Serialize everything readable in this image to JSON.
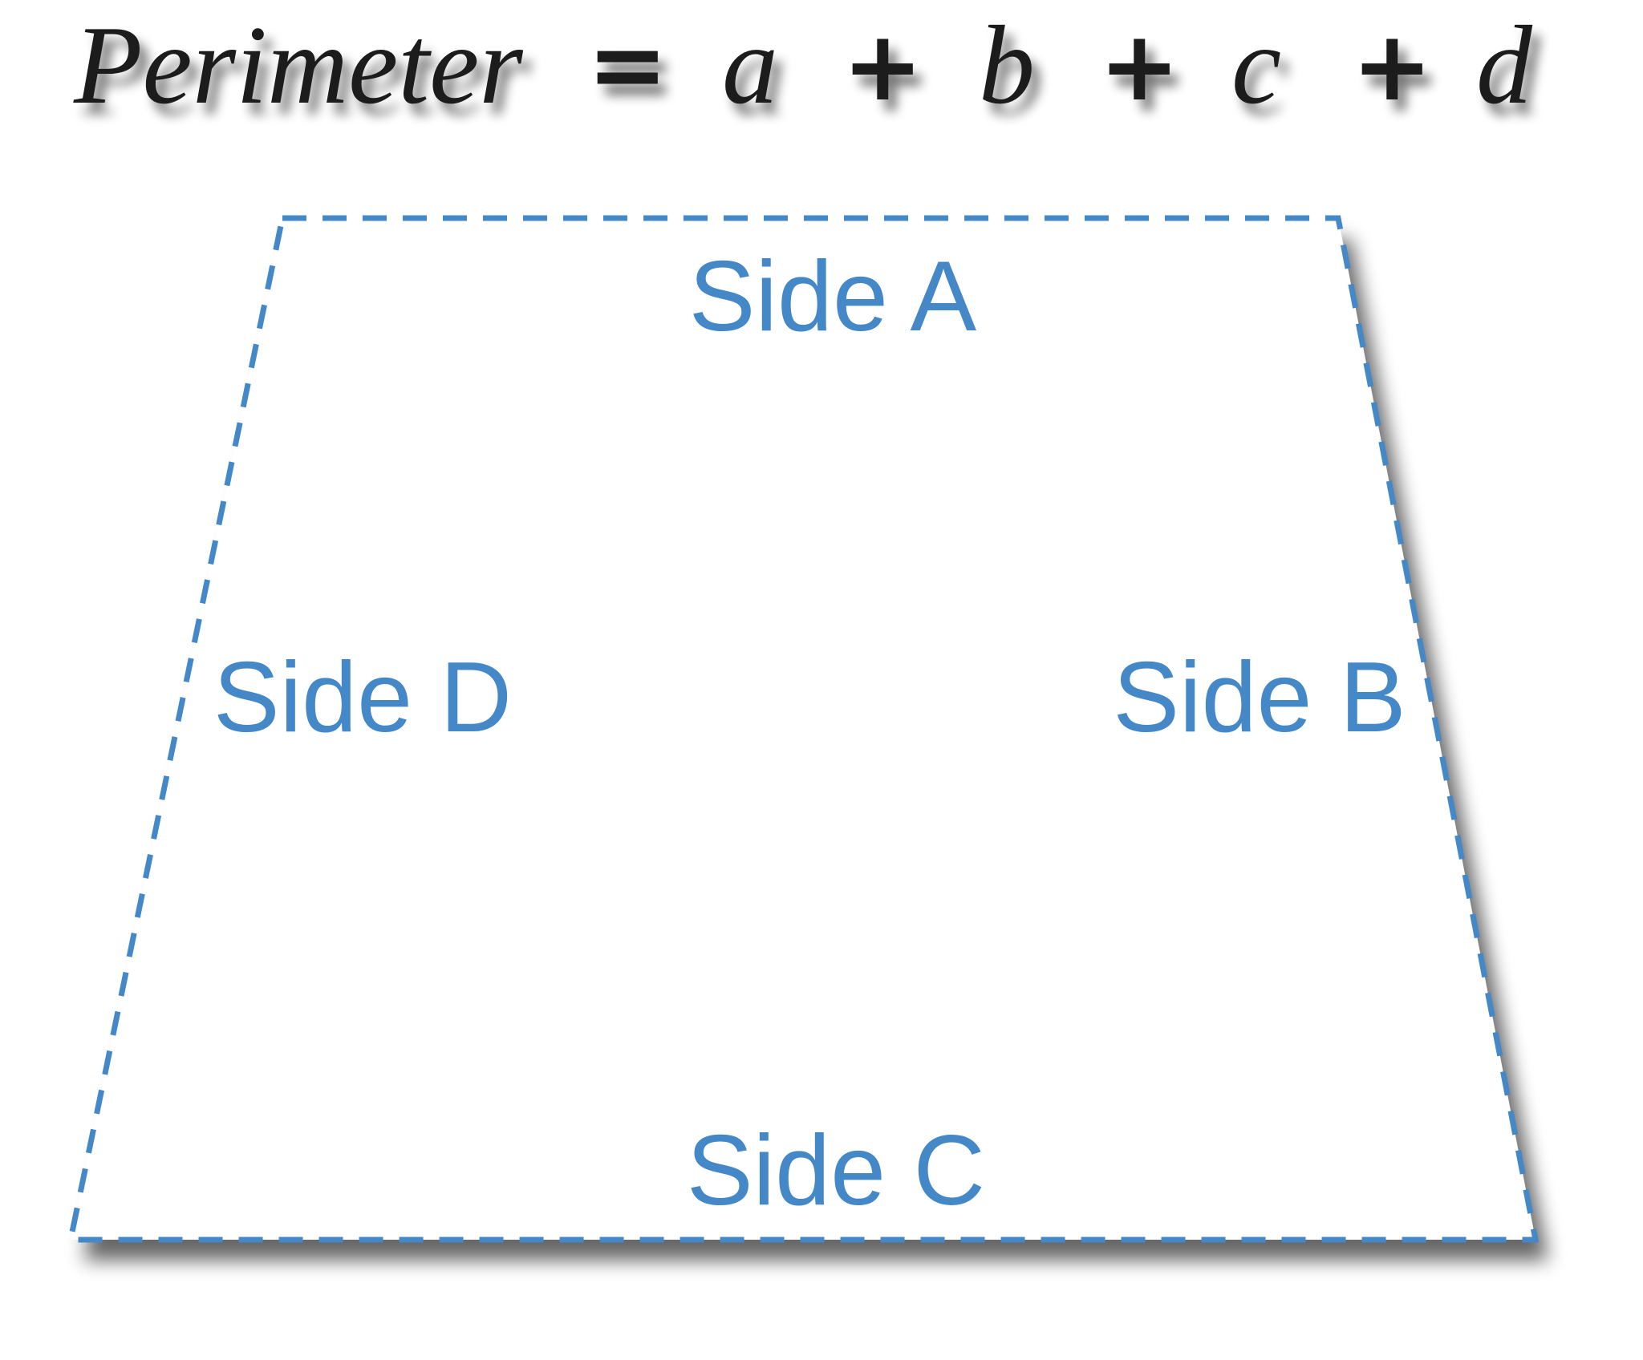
{
  "formula": {
    "lhs": "Perimeter",
    "equals": "=",
    "terms": [
      "a",
      "b",
      "c",
      "d"
    ],
    "plus": "+"
  },
  "shape": {
    "labels": {
      "top": "Side A",
      "right": "Side B",
      "bottom": "Side C",
      "left": "Side D"
    },
    "stroke_color": "#4488c8",
    "fill_color": "#ffffff",
    "line_style": "dashed"
  }
}
